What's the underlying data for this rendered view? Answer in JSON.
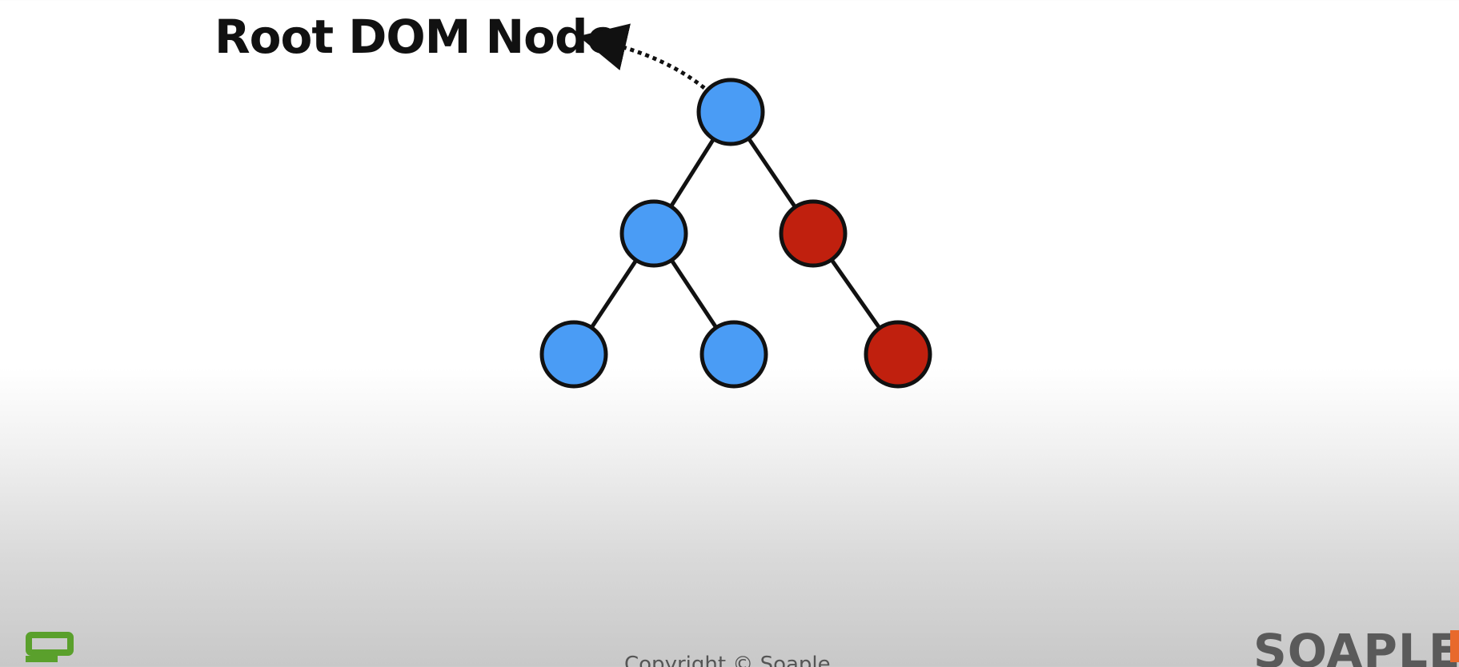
{
  "diagram": {
    "root_label": "Root DOM Node",
    "nodes": [
      {
        "id": "n0",
        "color": "#4a9cf5",
        "level": 0
      },
      {
        "id": "n1",
        "color": "#4a9cf5",
        "level": 1
      },
      {
        "id": "n2",
        "color": "#c0200e",
        "level": 1
      },
      {
        "id": "n3",
        "color": "#4a9cf5",
        "level": 2
      },
      {
        "id": "n4",
        "color": "#4a9cf5",
        "level": 2
      },
      {
        "id": "n5",
        "color": "#c0200e",
        "level": 2
      }
    ],
    "edges": [
      [
        "n0",
        "n1"
      ],
      [
        "n0",
        "n2"
      ],
      [
        "n1",
        "n3"
      ],
      [
        "n1",
        "n4"
      ],
      [
        "n2",
        "n5"
      ]
    ]
  },
  "footer": {
    "copyright": "Copyright © Soaple",
    "brand": "SOAPLE",
    "brand_accent_color": "#e8692c",
    "logo_color": "#5aa02c"
  }
}
